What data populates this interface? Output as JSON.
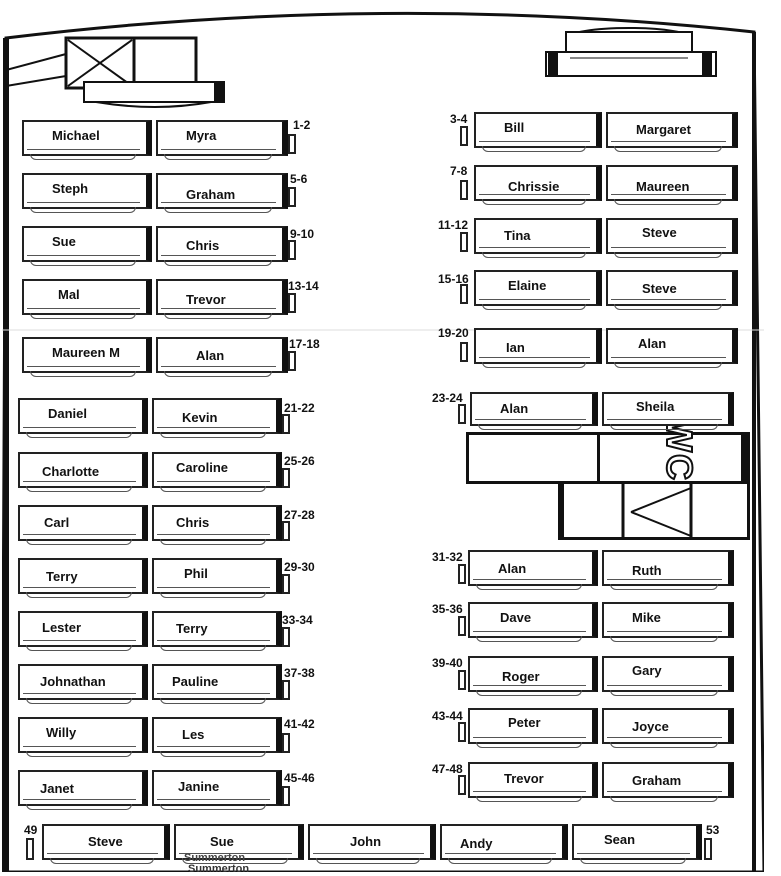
{
  "header_text": "",
  "wc_label": "WC",
  "left_seats": [
    {
      "a": "Michael",
      "b": "Myra",
      "num": "1-2"
    },
    {
      "a": "Steph",
      "b": "Graham",
      "num": "5-6"
    },
    {
      "a": "Sue",
      "b": "Chris",
      "num": "9-10"
    },
    {
      "a": "Mal",
      "b": "Trevor",
      "num": "13-14"
    },
    {
      "a": "Maureen M",
      "b": "Alan",
      "num": "17-18"
    },
    {
      "a": "Daniel",
      "b": "Kevin",
      "num": "21-22"
    },
    {
      "a": "Charlotte",
      "b": "Caroline",
      "num": "25-26"
    },
    {
      "a": "Carl",
      "b": "Chris",
      "num": "27-28"
    },
    {
      "a": "Terry",
      "b": "Phil",
      "num": "29-30"
    },
    {
      "a": "Lester",
      "b": "Terry",
      "num": "33-34"
    },
    {
      "a": "Johnathan",
      "b": "Pauline",
      "num": "37-38"
    },
    {
      "a": "Willy",
      "b": "Les",
      "num": "41-42"
    },
    {
      "a": "Janet",
      "b": "Janine",
      "num": "45-46"
    }
  ],
  "right_seats": [
    {
      "a": "Bill",
      "b": "Margaret",
      "num": "3-4"
    },
    {
      "a": "Chrissie",
      "b": "Maureen",
      "num": "7-8"
    },
    {
      "a": "Tina",
      "b": "Steve",
      "num": "11-12"
    },
    {
      "a": "Elaine",
      "b": "Steve",
      "num": "15-16"
    },
    {
      "a": "Ian",
      "b": "Alan",
      "num": "19-20"
    },
    {
      "a": "Alan",
      "b": "Sheila",
      "num": "23-24"
    },
    {
      "a": "Alan",
      "b": "Ruth",
      "num": "31-32"
    },
    {
      "a": "Dave",
      "b": "Mike",
      "num": "35-36"
    },
    {
      "a": "Roger",
      "b": "Gary",
      "num": "39-40"
    },
    {
      "a": "Peter",
      "b": "Joyce",
      "num": "43-44"
    },
    {
      "a": "Trevor",
      "b": "Graham",
      "num": "47-48"
    }
  ],
  "back_row": {
    "num_left": "49",
    "num_right": "53",
    "names": [
      "Steve",
      "Sue",
      "John",
      "Andy",
      "Sean"
    ],
    "sub": "Summerton"
  }
}
